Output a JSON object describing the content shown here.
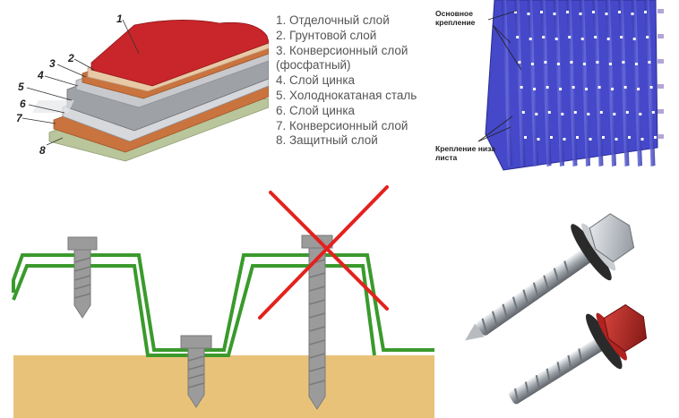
{
  "layers": {
    "numbers": [
      "1",
      "2",
      "3",
      "4",
      "5",
      "6",
      "7",
      "8"
    ],
    "legend": [
      "1. Отделочный слой",
      "2. Грунтовой слой",
      "3. Конверсионный слой",
      "(фосфатный)",
      "4. Слой цинка",
      "5. Холоднокатаная сталь",
      "6. Слой цинка",
      "7. Конверсионный слой",
      "8. Защитный слой"
    ],
    "colors": {
      "finish": "#c8262a",
      "primer": "#e8c9a6",
      "conversion": "#c9733f",
      "zinc": "#c7c9cc",
      "steel": "#8a8d92",
      "protective": "#b9c59a"
    }
  },
  "roof": {
    "main_fastening_label": "Основное крепление",
    "bottom_fastening_label": "Крепление низа листа",
    "sheet_color": "#4548c8"
  },
  "install": {
    "profile_color": "#3a9a2c",
    "base_color": "#e9c27a",
    "screw_color": "#9b9b9b",
    "cross_color": "#e3221e"
  },
  "screws": {
    "washer_color": "#2a2a2a",
    "head_color_silver": "#c9cdd2",
    "head_color_red": "#b0231f"
  }
}
